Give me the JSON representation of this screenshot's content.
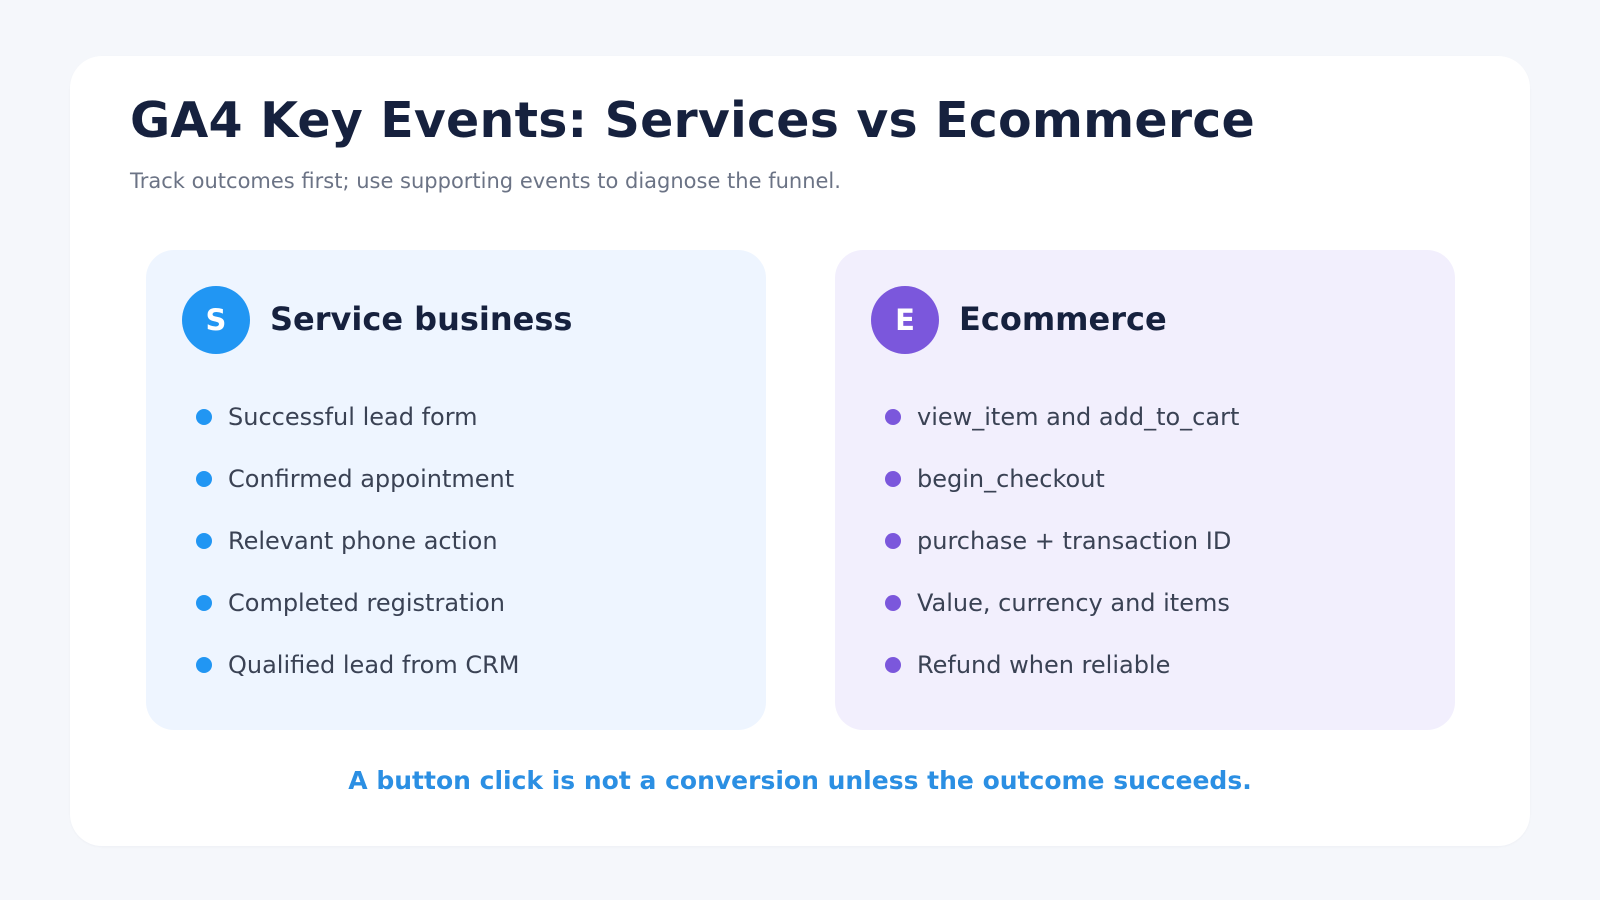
{
  "header": {
    "title": "GA4 Key Events: Services vs Ecommerce",
    "subtitle": "Track outcomes first; use supporting events to diagnose the funnel."
  },
  "panels": [
    {
      "badge": "S",
      "title": "Service business",
      "accent_color": "#2196f3",
      "background_color": "#eef5ff",
      "items": [
        "Successful lead form",
        "Confirmed appointment",
        "Relevant phone action",
        "Completed registration",
        "Qualified lead from CRM"
      ]
    },
    {
      "badge": "E",
      "title": "Ecommerce",
      "accent_color": "#7b57dc",
      "background_color": "#f2effd",
      "items": [
        "view_item and add_to_cart",
        "begin_checkout",
        "purchase + transaction ID",
        "Value, currency and items",
        "Refund when reliable"
      ]
    }
  ],
  "footer": {
    "text": "A button click is not a conversion unless the outcome succeeds.",
    "color": "#2b8fe3"
  }
}
